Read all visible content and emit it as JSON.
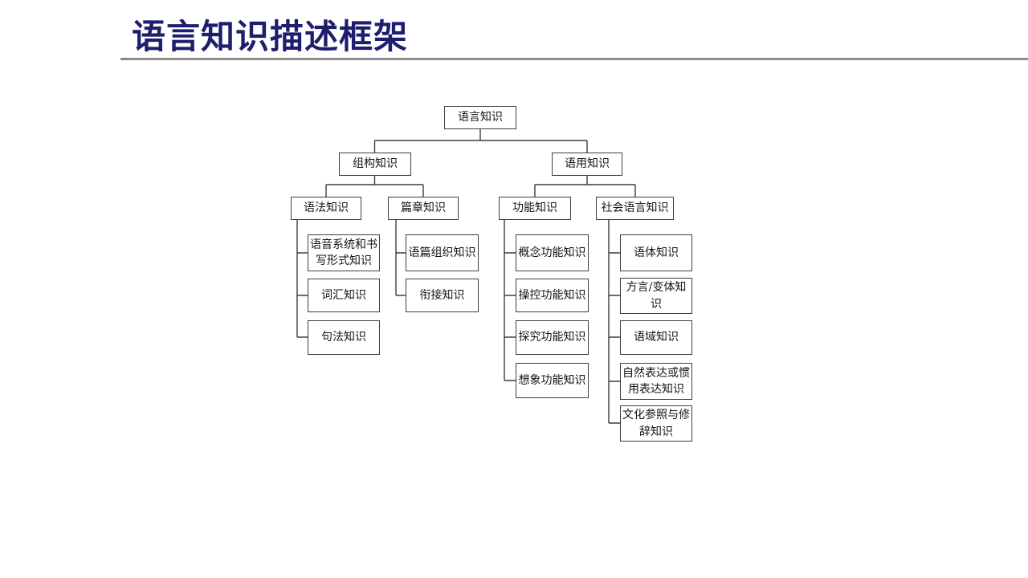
{
  "slide": {
    "title": "语言知识描述框架"
  },
  "colors": {
    "title_text": "#1e1e6e",
    "divider": "#8a8a8a",
    "box_border": "#3d3d3d",
    "box_fill": "#ffffff",
    "box_text": "#141414",
    "connector": "#3d3d3d",
    "background": "#ffffff"
  },
  "tree": {
    "label": "语言知识",
    "children": [
      {
        "label": "组构知识",
        "children": [
          {
            "label": "语法知识",
            "children": [
              {
                "label": "语音系统和书写形式知识"
              },
              {
                "label": "词汇知识"
              },
              {
                "label": "句法知识"
              }
            ]
          },
          {
            "label": "篇章知识",
            "children": [
              {
                "label": "语篇组织知识"
              },
              {
                "label": "衔接知识"
              }
            ]
          }
        ]
      },
      {
        "label": "语用知识",
        "children": [
          {
            "label": "功能知识",
            "children": [
              {
                "label": "概念功能知识"
              },
              {
                "label": "操控功能知识"
              },
              {
                "label": "探究功能知识"
              },
              {
                "label": "想象功能知识"
              }
            ]
          },
          {
            "label": "社会语言知识",
            "children": [
              {
                "label": "语体知识"
              },
              {
                "label": "方言/变体知识"
              },
              {
                "label": "语域知识"
              },
              {
                "label": "自然表达或惯用表达知识"
              },
              {
                "label": "文化参照与修辞知识"
              }
            ]
          }
        ]
      }
    ]
  }
}
